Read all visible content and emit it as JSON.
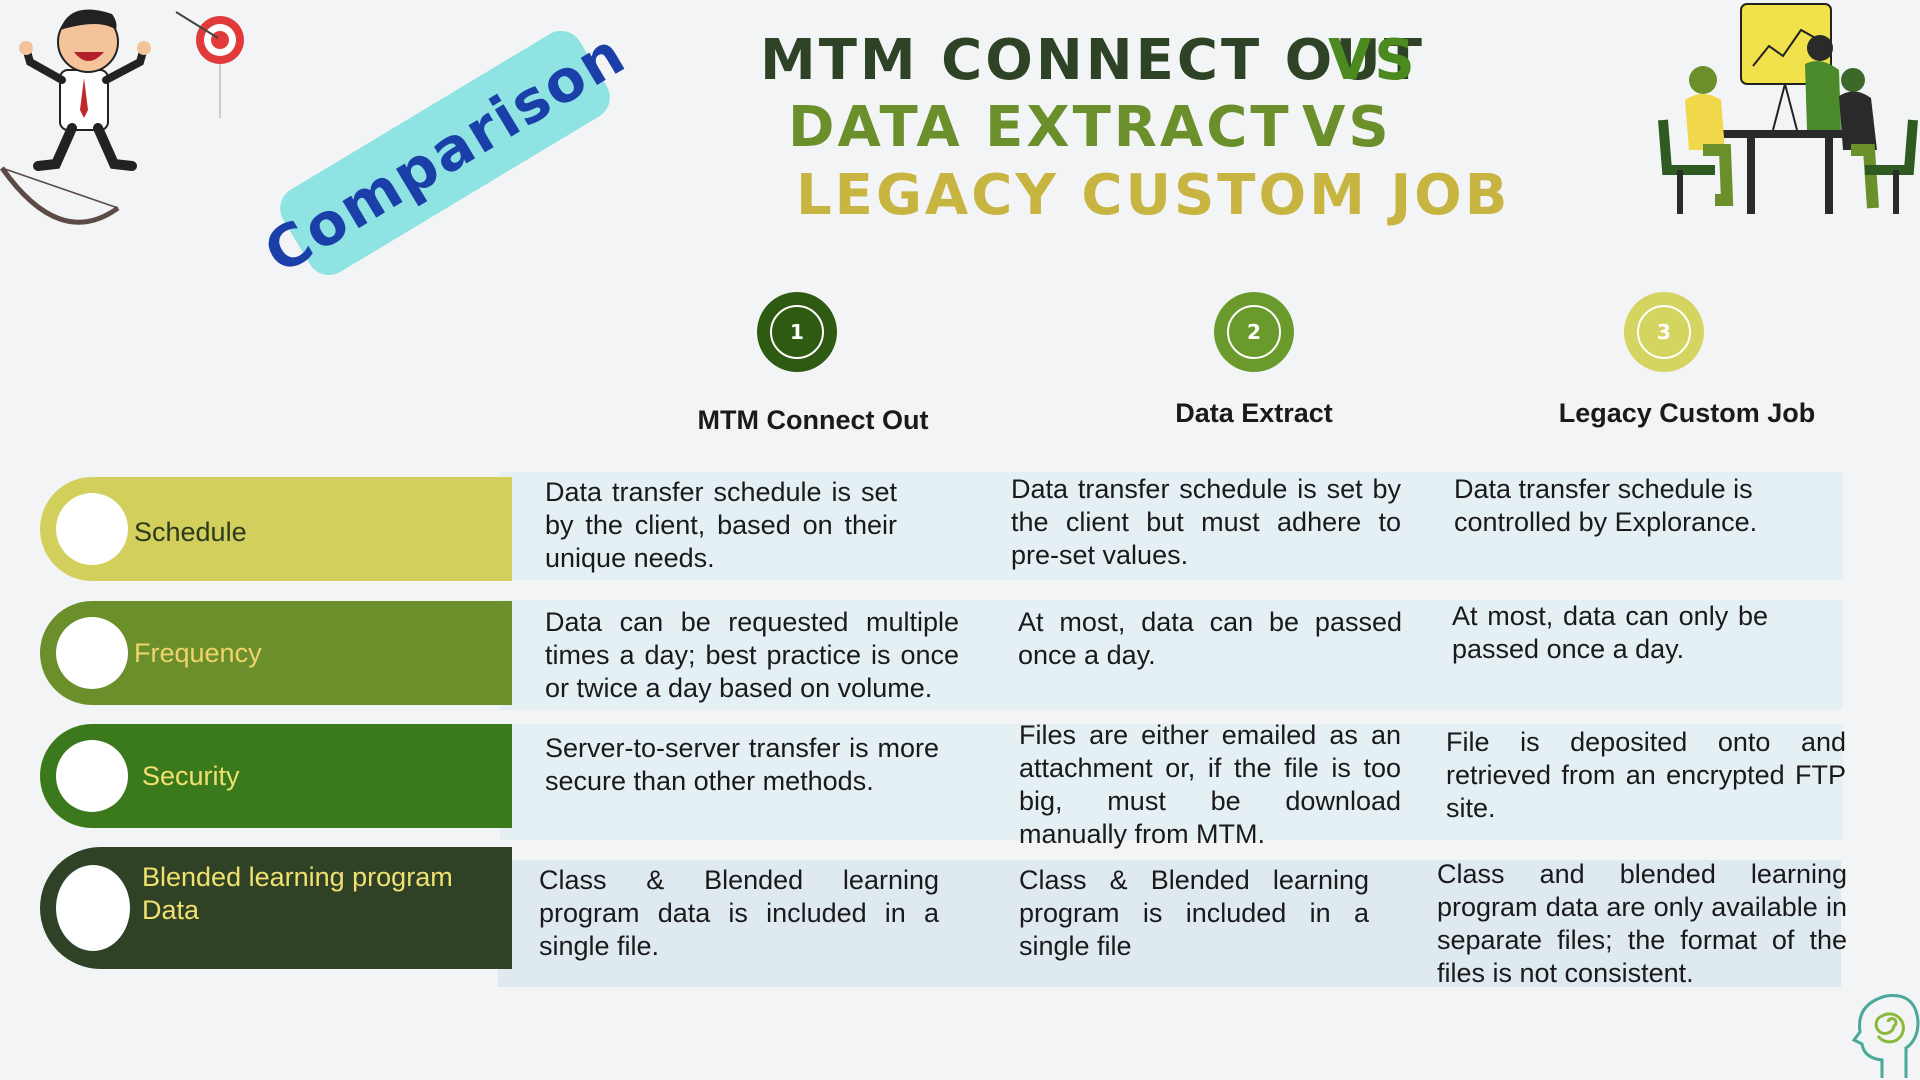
{
  "title": {
    "line1": "MTM CONNECT OUT",
    "vs1": "VS",
    "line2": "DATA EXTRACT",
    "vs2": "VS",
    "line3": "LEGACY CUSTOM JOB"
  },
  "badge": "Comparison",
  "columns": [
    {
      "number": "1",
      "name": "MTM Connect Out",
      "color": "#2e5a12"
    },
    {
      "number": "2",
      "name": "Data Extract",
      "color": "#6a9a2c"
    },
    {
      "number": "3",
      "name": "Legacy Custom Job",
      "color": "#d4d460"
    }
  ],
  "rows": [
    {
      "label": "Schedule",
      "pill_color": "#d3cf5c",
      "label_color": "#2b3a1a",
      "cells": [
        "Data transfer schedule is set by the client, based on their unique needs.",
        "Data transfer schedule is set by the client but must adhere to pre-set values.",
        "Data transfer schedule is controlled by Explorance."
      ]
    },
    {
      "label": "Frequency",
      "pill_color": "#6b8f2a",
      "label_color": "#f1d36b",
      "cells": [
        "Data can be requested multiple times a day; best practice is once or twice a day based on volume.",
        "At most, data can be passed once a day.",
        "At most, data can only be passed once a day."
      ]
    },
    {
      "label": "Security",
      "pill_color": "#3a7a1c",
      "label_color": "#f0e070",
      "cells": [
        "Server-to-server transfer is more secure than other methods.",
        "Files are either emailed as an attachment or, if the file is too big, must be download manually from MTM.",
        "File is deposited onto and retrieved from an encrypted FTP site."
      ]
    },
    {
      "label": "Blended learning program Data",
      "pill_color": "#2f4226",
      "label_color": "#f0e070",
      "cells": [
        "Class & Blended learning program data is included in a single file.",
        "Class & Blended learning program is included in a single file",
        "Class and blended learning program data are only available in separate files; the format of the files is not consistent."
      ]
    }
  ]
}
